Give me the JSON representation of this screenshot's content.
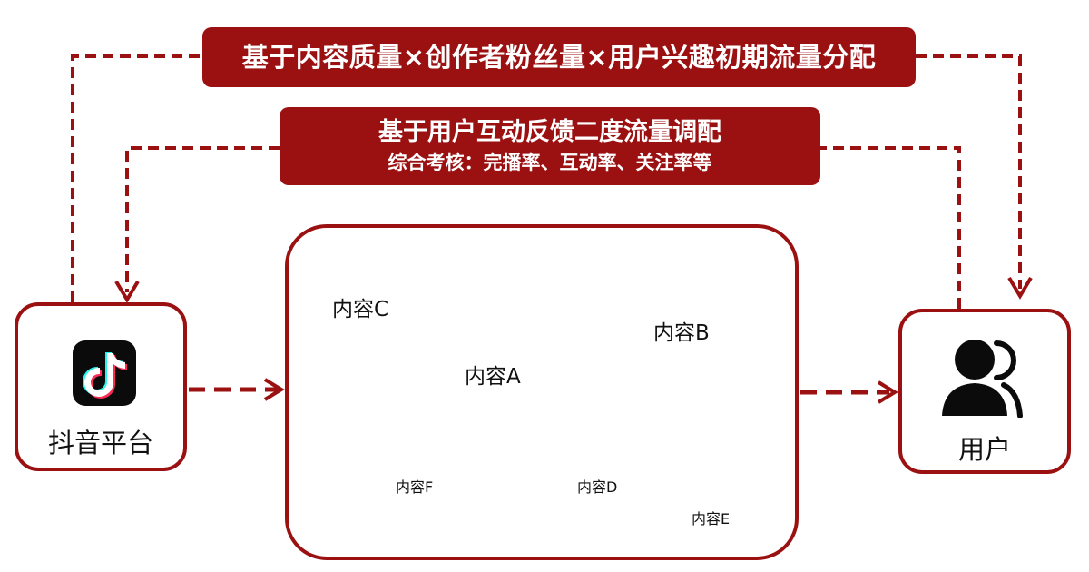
{
  "banners": {
    "initial_distribution": "基于内容质量×创作者粉丝量×用户兴趣初期流量分配",
    "secondary_adjustment": "基于用户互动反馈二度流量调配",
    "secondary_criteria": "综合考核：完播率、互动率、关注率等"
  },
  "nodes": {
    "platform": {
      "label": "抖音平台",
      "icon": "tiktok-logo-icon"
    },
    "user": {
      "label": "用户",
      "icon": "user-group-icon"
    }
  },
  "content_pool": {
    "items": [
      "内容A",
      "内容B",
      "内容C",
      "内容D",
      "内容E",
      "内容F"
    ]
  },
  "colors": {
    "accent": "#9b1112",
    "text": "#111111",
    "background": "#ffffff",
    "logo_cyan": "#25f4ee",
    "logo_red": "#fe2c55"
  }
}
